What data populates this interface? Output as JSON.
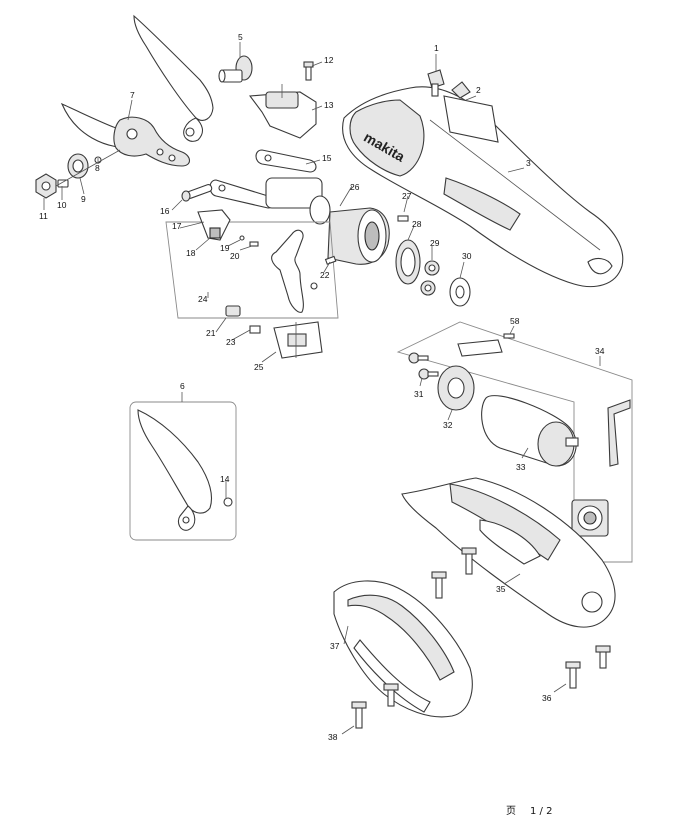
{
  "diagram": {
    "brand_mark": "makita",
    "callouts": [
      {
        "id": "c1",
        "text": "1"
      },
      {
        "id": "c2",
        "text": "2"
      },
      {
        "id": "c3",
        "text": "3"
      },
      {
        "id": "c5",
        "text": "5"
      },
      {
        "id": "c6",
        "text": "6"
      },
      {
        "id": "c7",
        "text": "7"
      },
      {
        "id": "c8",
        "text": "8"
      },
      {
        "id": "c9",
        "text": "9"
      },
      {
        "id": "c10",
        "text": "10"
      },
      {
        "id": "c11",
        "text": "11"
      },
      {
        "id": "c12",
        "text": "12"
      },
      {
        "id": "c13",
        "text": "13"
      },
      {
        "id": "c14",
        "text": "14"
      },
      {
        "id": "c15",
        "text": "15"
      },
      {
        "id": "c16",
        "text": "16"
      },
      {
        "id": "c17",
        "text": "17"
      },
      {
        "id": "c18",
        "text": "18"
      },
      {
        "id": "c19",
        "text": "19"
      },
      {
        "id": "c20",
        "text": "20"
      },
      {
        "id": "c21",
        "text": "21"
      },
      {
        "id": "c22",
        "text": "22"
      },
      {
        "id": "c23",
        "text": "23"
      },
      {
        "id": "c24",
        "text": "24"
      },
      {
        "id": "c25",
        "text": "25"
      },
      {
        "id": "c26",
        "text": "26"
      },
      {
        "id": "c27",
        "text": "27"
      },
      {
        "id": "c28",
        "text": "28"
      },
      {
        "id": "c29",
        "text": "29"
      },
      {
        "id": "c30",
        "text": "30"
      },
      {
        "id": "c31",
        "text": "31"
      },
      {
        "id": "c32",
        "text": "32"
      },
      {
        "id": "c33",
        "text": "33"
      },
      {
        "id": "c34",
        "text": "34"
      },
      {
        "id": "c35",
        "text": "35"
      },
      {
        "id": "c36",
        "text": "36"
      },
      {
        "id": "c37",
        "text": "37"
      },
      {
        "id": "c38",
        "text": "38"
      },
      {
        "id": "c58",
        "text": "58"
      }
    ]
  },
  "footer": {
    "page_label": "页",
    "page_number": "1 / 2"
  }
}
